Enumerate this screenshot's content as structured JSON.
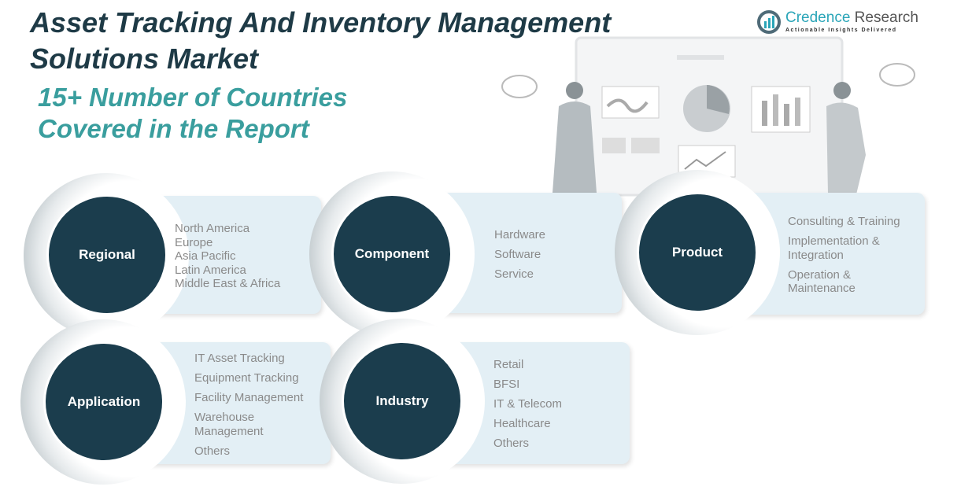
{
  "title": "Asset Tracking And Inventory Management Solutions Market",
  "subtitle": "15+ Number of Countries Covered in the Report",
  "logo": {
    "name_a": "Credence",
    "name_b": "Research",
    "tagline": "Actionable Insights Delivered"
  },
  "segments": [
    {
      "label": "Regional",
      "items": [
        "North America",
        "Europe",
        "Asia Pacific",
        "Latin America",
        "Middle East & Africa"
      ]
    },
    {
      "label": "Component",
      "items": [
        "Hardware",
        "Software",
        "Service"
      ]
    },
    {
      "label": "Product",
      "items": [
        "Consulting & Training",
        "Implementation & Integration",
        "Operation & Maintenance"
      ]
    },
    {
      "label": "Application",
      "items": [
        "IT Asset Tracking",
        "Equipment Tracking",
        "Facility Management",
        "Warehouse Management",
        "Others"
      ]
    },
    {
      "label": "Industry",
      "items": [
        "Retail",
        "BFSI",
        "IT & Telecom",
        "Healthcare",
        "Others"
      ]
    }
  ]
}
